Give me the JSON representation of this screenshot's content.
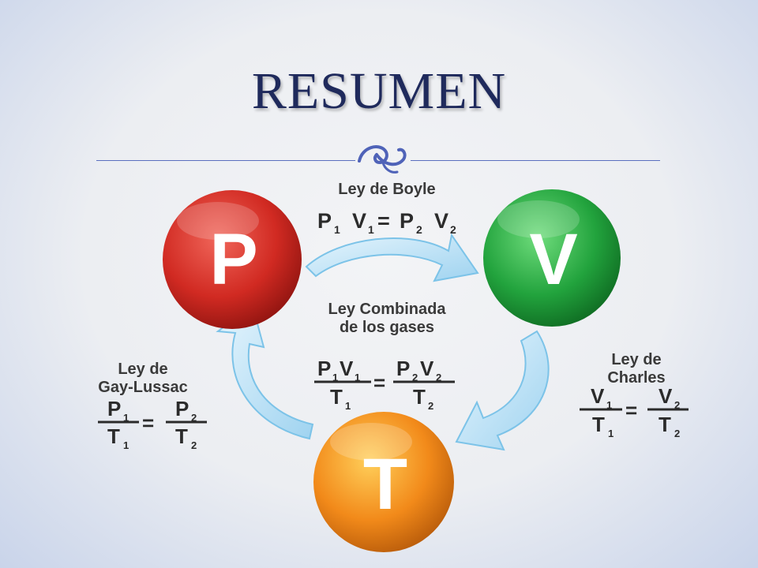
{
  "slide": {
    "title": "RESUMEN"
  },
  "nodes": {
    "p": {
      "letter": "P",
      "color": "#d63a2e"
    },
    "v": {
      "letter": "V",
      "color": "#2aa84a"
    },
    "t": {
      "letter": "T",
      "color": "#f08a1c"
    }
  },
  "laws": {
    "boyle": {
      "title": "Ley de Boyle",
      "formula": {
        "a": "P",
        "a_sub": "1",
        "b": "V",
        "b_sub": "1",
        "eq": "=",
        "c": "P",
        "c_sub": "2",
        "d": "V",
        "d_sub": "2"
      }
    },
    "combined": {
      "title_line1": "Ley Combinada",
      "title_line2": "de los gases",
      "num_left": "P",
      "num_left_s1": "1",
      "num_left_v": "V",
      "num_left_s2": "1",
      "den_left": "T",
      "den_left_s": "1",
      "eq": "=",
      "num_right": "P",
      "num_right_s1": "2",
      "num_right_v": "V",
      "num_right_s2": "2",
      "den_right": "T",
      "den_right_s": "2"
    },
    "gay_lussac": {
      "title_line1": "Ley de",
      "title_line2": "Gay-Lussac",
      "num_left": "P",
      "num_left_s": "1",
      "den_left": "T",
      "den_left_s": "1",
      "eq": "=",
      "num_right": "P",
      "num_right_s": "2",
      "den_right": "T",
      "den_right_s": "2"
    },
    "charles": {
      "title_line1": "Ley de",
      "title_line2": "Charles",
      "num_left": "V",
      "num_left_s": "1",
      "den_left": "T",
      "den_left_s": "1",
      "eq": "=",
      "num_right": "V",
      "num_right_s": "2",
      "den_right": "T",
      "den_right_s": "2"
    }
  },
  "colors": {
    "title": "#1f2a5c",
    "rule": "#5a6fbf",
    "arrow_fill": "#bfe3f6",
    "arrow_stroke": "#7cc3e8"
  }
}
